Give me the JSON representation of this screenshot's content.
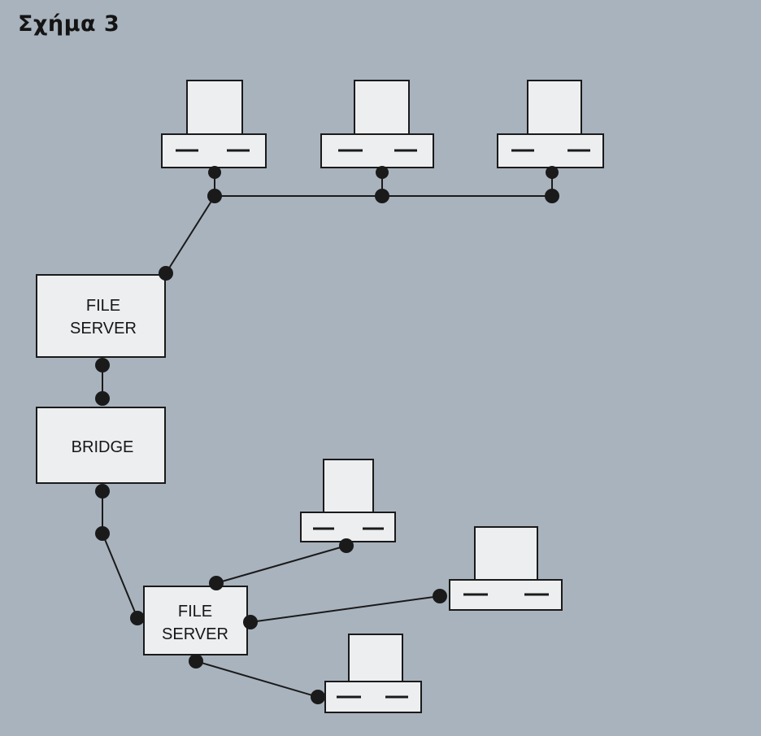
{
  "figure": {
    "title": "Σχήμα 3"
  },
  "nodes": {
    "file_server_top": {
      "line1": "FILE",
      "line2": "SERVER"
    },
    "bridge": {
      "label": "BRIDGE"
    },
    "file_server_bottom": {
      "line1": "FILE",
      "line2": "SERVER"
    }
  },
  "colors": {
    "background": "#a9b3bd",
    "box_fill": "#eceef0",
    "line": "#1a1a1a"
  }
}
